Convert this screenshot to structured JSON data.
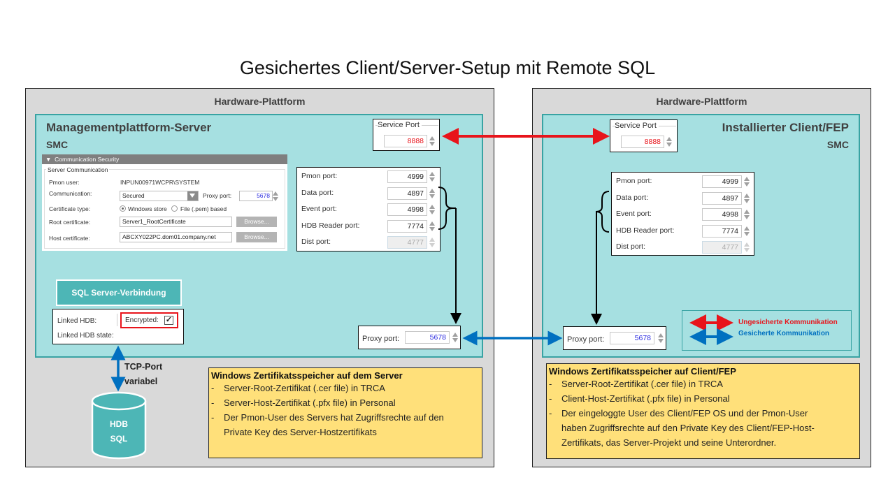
{
  "title": "Gesichertes Client/Server-Setup mit Remote SQL",
  "colors": {
    "insecure": "#e8141b",
    "secure": "#0070c0",
    "teal_fill": "#a6e0e1",
    "teal_border": "#39a3a3",
    "hardware_fill": "#d9d9d9",
    "note_fill": "#ffe07a"
  },
  "server": {
    "hardware_label": "Hardware-Plattform",
    "title": "Managementplattform-Server",
    "subtitle": "SMC",
    "service_port": {
      "label": "Service Port",
      "value": "8888"
    },
    "comm_security": {
      "header": "Communication Security",
      "group": "Server Communication",
      "pmon_user_label": "Pmon user:",
      "pmon_user_value": "INPUN00971WCPR\\SYSTEM",
      "communication_label": "Communication:",
      "communication_value": "Secured",
      "proxy_port_label": "Proxy port:",
      "proxy_port_value": "5678",
      "cert_type_label": "Certificate type:",
      "cert_type_options": [
        "Windows store",
        "File (.pem) based"
      ],
      "cert_type_selected": "Windows store",
      "root_cert_label": "Root certificate:",
      "root_cert_value": "Server1_RootCertificate",
      "host_cert_label": "Host certificate:",
      "host_cert_value": "ABCXY022PC.dom01.company.net",
      "browse_label": "Browse..."
    },
    "ports": [
      {
        "label": "Pmon port:",
        "value": "4999",
        "disabled": false
      },
      {
        "label": "Data port:",
        "value": "4897",
        "disabled": false
      },
      {
        "label": "Event port:",
        "value": "4998",
        "disabled": false
      },
      {
        "label": "HDB Reader port:",
        "value": "7774",
        "disabled": false
      },
      {
        "label": "Dist port:",
        "value": "4777",
        "disabled": true
      }
    ],
    "proxy_port": {
      "label": "Proxy port:",
      "value": "5678"
    },
    "sql_button": "SQL Server-Verbindung",
    "linked_hdb_label": "Linked HDB:",
    "encrypted_label": "Encrypted:",
    "encrypted_checked": true,
    "linked_hdb_state_label": "Linked HDB state:",
    "tcp_label_1": "TCP-Port",
    "tcp_label_2": "variabel",
    "db_label_1": "HDB",
    "db_label_2": "SQL",
    "note": {
      "heading": "Windows Zertifikatsspeicher auf dem Server",
      "lines": [
        "Server-Root-Zertifikat  (.cer file) in TRCA",
        "Server-Host-Zertifikat (.pfx file) in Personal",
        "Der Pmon-User  des Servers hat Zugriffsrechte auf den",
        "Private Key des Server-Hostzertifikats"
      ]
    }
  },
  "client": {
    "hardware_label": "Hardware-Plattform",
    "title": "Installierter Client/FEP",
    "subtitle": "SMC",
    "service_port": {
      "label": "Service Port",
      "value": "8888"
    },
    "ports": [
      {
        "label": "Pmon port:",
        "value": "4999",
        "disabled": false
      },
      {
        "label": "Data port:",
        "value": "4897",
        "disabled": false
      },
      {
        "label": "Event port:",
        "value": "4998",
        "disabled": false
      },
      {
        "label": "HDB Reader port:",
        "value": "7774",
        "disabled": false
      },
      {
        "label": "Dist port:",
        "value": "4777",
        "disabled": true
      }
    ],
    "proxy_port": {
      "label": "Proxy port:",
      "value": "5678"
    },
    "legend": {
      "insecure": "Ungesicherte Kommunikation",
      "secure": "Gesicherte Kommunikation"
    },
    "note": {
      "heading": "Windows Zertifikatsspeicher auf Client/FEP",
      "lines": [
        "Server-Root-Zertifikat  (.cer file) in TRCA",
        "Client-Host-Zertifikat (.pfx file) in Personal",
        "Der eingeloggte User des Client/FEP OS und der Pmon-User",
        "haben Zugriffsrechte auf den Private Key des Client/FEP-Host-",
        "Zertifikats, das Server-Projekt  und seine Unterordner."
      ]
    }
  }
}
